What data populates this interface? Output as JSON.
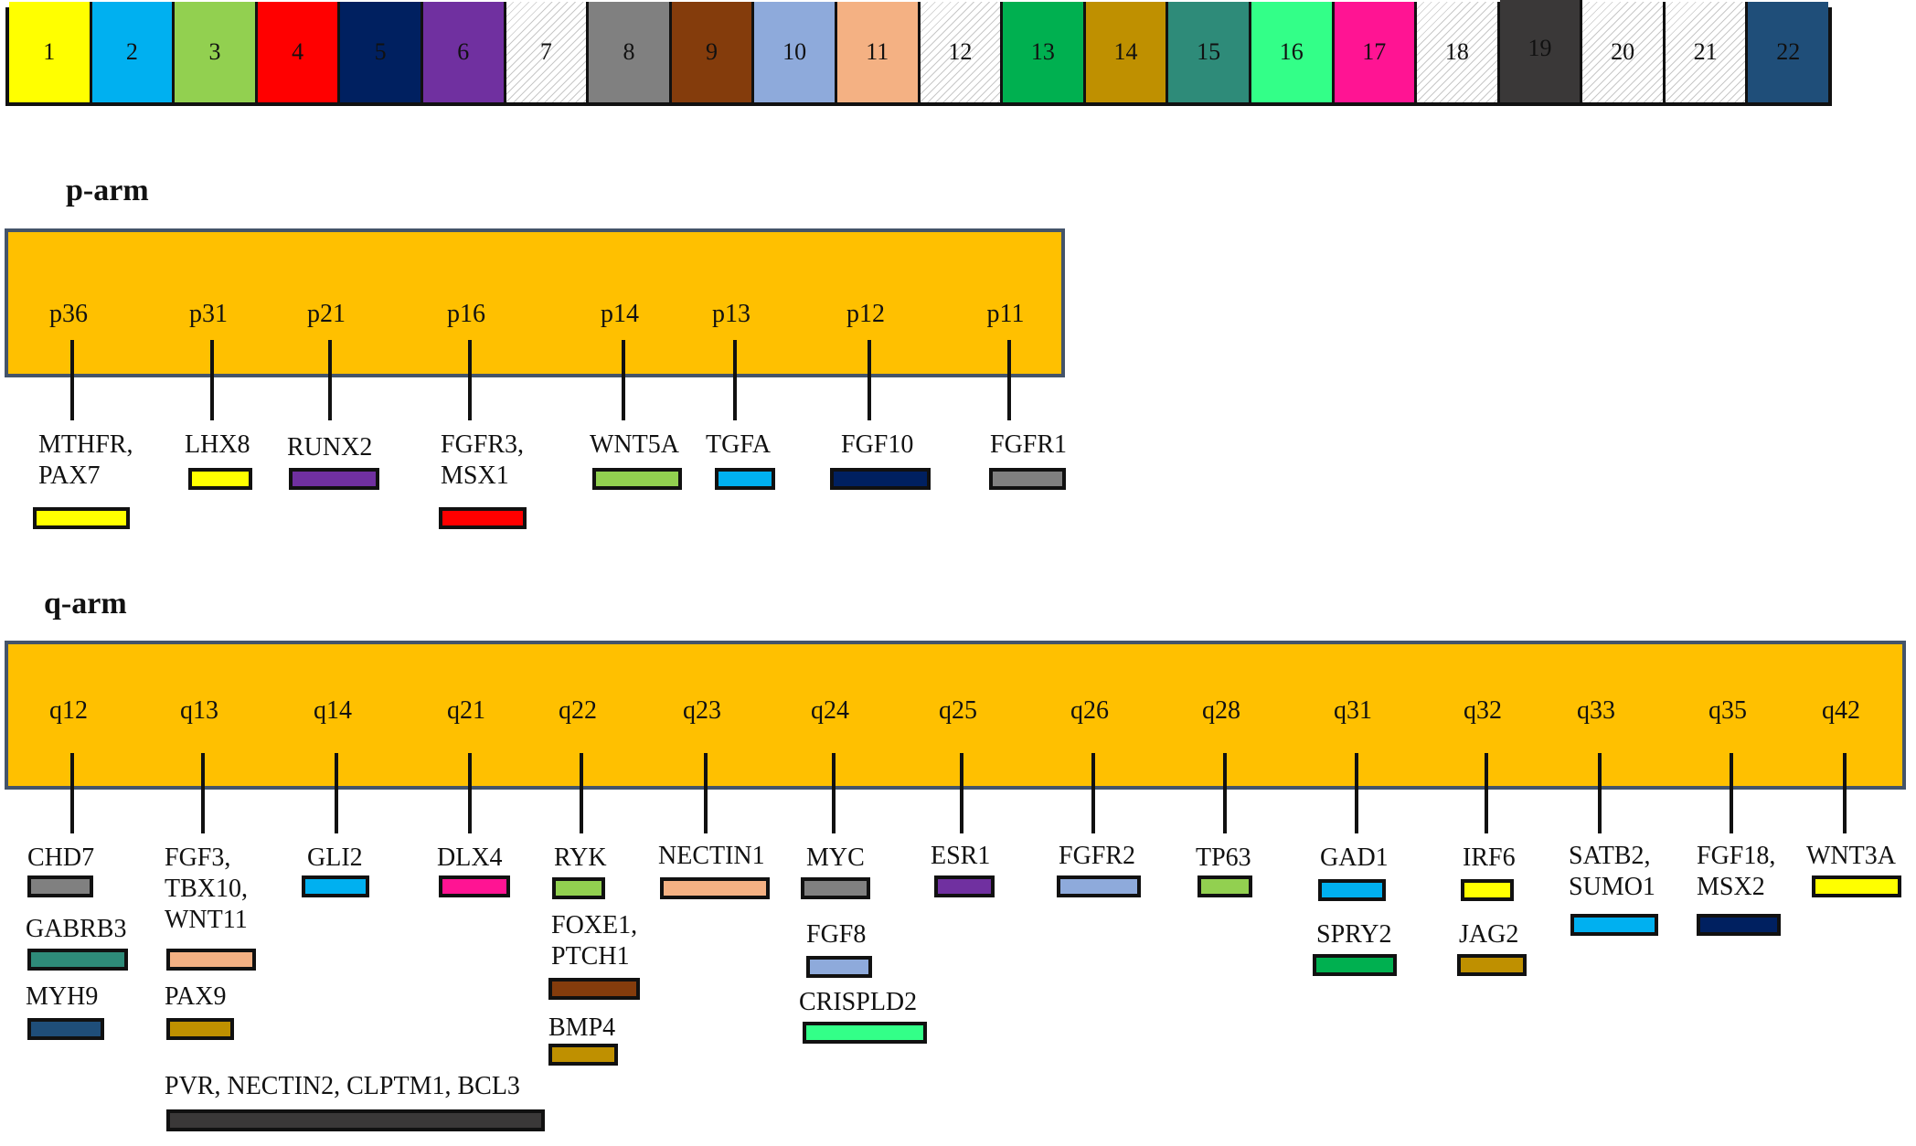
{
  "legend": [
    {
      "label": "1",
      "color": "#ffff00"
    },
    {
      "label": "2",
      "color": "#00b0f0"
    },
    {
      "label": "3",
      "color": "#92d050"
    },
    {
      "label": "4",
      "color": "#ff0000"
    },
    {
      "label": "5",
      "color": "#002060"
    },
    {
      "label": "6",
      "color": "#7030a0"
    },
    {
      "label": "7",
      "color": "hatch"
    },
    {
      "label": "8",
      "color": "#808080"
    },
    {
      "label": "9",
      "color": "#843c0c"
    },
    {
      "label": "10",
      "color": "#8eaadb"
    },
    {
      "label": "11",
      "color": "#f4b183"
    },
    {
      "label": "12",
      "color": "hatch"
    },
    {
      "label": "13",
      "color": "#00b050"
    },
    {
      "label": "14",
      "color": "#bf9000"
    },
    {
      "label": "15",
      "color": "#2e8b79"
    },
    {
      "label": "16",
      "color": "#33ff88"
    },
    {
      "label": "17",
      "color": "#ff1493"
    },
    {
      "label": "18",
      "color": "hatch"
    },
    {
      "label": "19",
      "color": "#3a3838"
    },
    {
      "label": "20",
      "color": "hatch"
    },
    {
      "label": "21",
      "color": "hatch"
    },
    {
      "label": "22",
      "color": "#1f4e79"
    }
  ],
  "p_arm": {
    "heading": "p-arm",
    "bands": [
      "p36",
      "p31",
      "p21",
      "p16",
      "p14",
      "p13",
      "p12",
      "p11"
    ],
    "genes": [
      {
        "label": "MTHFR,\nPAX7",
        "chromosome": "1"
      },
      {
        "label": "LHX8",
        "chromosome": "1"
      },
      {
        "label": "RUNX2",
        "chromosome": "6"
      },
      {
        "label": "FGFR3,\nMSX1",
        "chromosome": "4"
      },
      {
        "label": "WNT5A",
        "chromosome": "3"
      },
      {
        "label": "TGFA",
        "chromosome": "2"
      },
      {
        "label": "FGF10",
        "chromosome": "5"
      },
      {
        "label": "FGFR1",
        "chromosome": "8"
      }
    ]
  },
  "q_arm": {
    "heading": "q-arm",
    "bands": [
      "q12",
      "q13",
      "q14",
      "q21",
      "q22",
      "q23",
      "q24",
      "q25",
      "q26",
      "q28",
      "q31",
      "q32",
      "q33",
      "q35",
      "q42"
    ],
    "genes": [
      {
        "label": "CHD7",
        "chromosome": "8"
      },
      {
        "label": "GABRB3",
        "chromosome": "15"
      },
      {
        "label": "MYH9",
        "chromosome": "22"
      },
      {
        "label": "FGF3,\nTBX10,\nWNT11",
        "chromosome": "11"
      },
      {
        "label": "PAX9",
        "chromosome": "14"
      },
      {
        "label": "PVR, NECTIN2, CLPTM1, BCL3",
        "chromosome": "19"
      },
      {
        "label": "GLI2",
        "chromosome": "2"
      },
      {
        "label": "DLX4",
        "chromosome": "17"
      },
      {
        "label": "RYK",
        "chromosome": "3"
      },
      {
        "label": "FOXE1,\nPTCH1",
        "chromosome": "9"
      },
      {
        "label": "BMP4",
        "chromosome": "14"
      },
      {
        "label": "NECTIN1",
        "chromosome": "11"
      },
      {
        "label": "MYC",
        "chromosome": "8"
      },
      {
        "label": "FGF8",
        "chromosome": "10"
      },
      {
        "label": "CRISPLD2",
        "chromosome": "16"
      },
      {
        "label": "ESR1",
        "chromosome": "6"
      },
      {
        "label": "FGFR2",
        "chromosome": "10"
      },
      {
        "label": "TP63",
        "chromosome": "3"
      },
      {
        "label": "GAD1",
        "chromosome": "2"
      },
      {
        "label": "SPRY2",
        "chromosome": "13"
      },
      {
        "label": "IRF6",
        "chromosome": "1"
      },
      {
        "label": "JAG2",
        "chromosome": "14"
      },
      {
        "label": "SATB2,\nSUMO1",
        "chromosome": "2"
      },
      {
        "label": "FGF18,\nMSX2",
        "chromosome": "5"
      },
      {
        "label": "WNT3A",
        "chromosome": "1"
      }
    ]
  }
}
